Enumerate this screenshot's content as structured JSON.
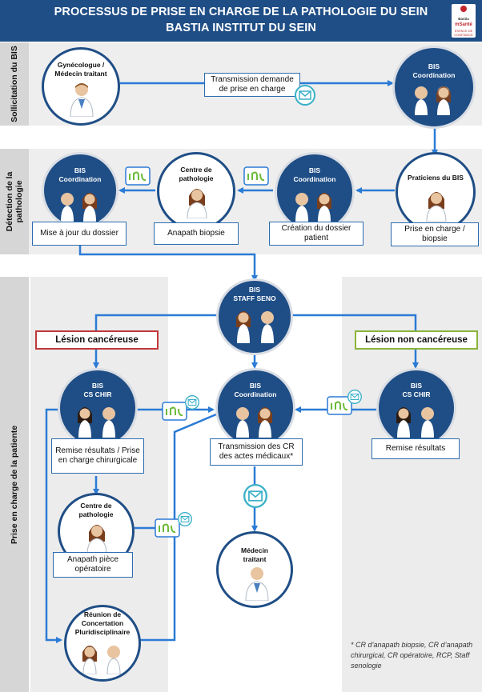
{
  "header": {
    "title_line1": "PROCESSUS DE PRISE EN CHARGE DE LA PATHOLOGIE DU SEIN",
    "title_line2": "BASTIA INSTITUT DU SEIN",
    "logo_line1": "Bastia",
    "logo_line2": "mSanté",
    "logo_line3": "ESPACE DE CONFIANCE"
  },
  "colors": {
    "navy": "#1f4e86",
    "arrow": "#2b7bd6",
    "red": "#c0393b",
    "green": "#8ab43c"
  },
  "sections": {
    "sollicitation": "Sollicitation du BIS",
    "detection_line1": "Détection de la",
    "detection_line2": "pathologie",
    "prise": "Prise en charge de la patiente"
  },
  "sollicitation": {
    "gyneco_line1": "Gynécologue /",
    "gyneco_line2": "Médecin traitant",
    "transmission_line1": "Transmission demande",
    "transmission_line2": "de prise en charge",
    "bis_line1": "BIS",
    "bis_line2": "Coordination"
  },
  "detection": {
    "maj_bis_line1": "BIS",
    "maj_bis_line2": "Coordination",
    "maj_box": "Mise à jour du dossier",
    "patho_line1": "Centre de",
    "patho_line2": "pathologie",
    "patho_box": "Anapath biopsie",
    "creation_bis_line1": "BIS",
    "creation_bis_line2": "Coordination",
    "creation_box": "Création du dossier patient",
    "praticiens": "Praticiens du BIS",
    "praticiens_box": "Prise en charge / biopsie"
  },
  "prise": {
    "staff_line1": "BIS",
    "staff_line2": "STAFF SENO",
    "lesion_cancer": "Lésion cancéreuse",
    "lesion_non_cancer": "Lésion non cancéreuse",
    "cschir_left_line1": "BIS",
    "cschir_left_line2": "CS CHIR",
    "remise_prise_box": "Remise résultats / Prise en charge chirurgicale",
    "coord_line1": "BIS",
    "coord_line2": "Coordination",
    "transmission_cr_box": "Transmission des CR des actes médicaux*",
    "cschir_right_line1": "BIS",
    "cschir_right_line2": "CS CHIR",
    "remise_box": "Remise résultats",
    "patho2_line1": "Centre de",
    "patho2_line2": "pathologie",
    "anapath_piece_box": "Anapath pièce opératoire",
    "medecin_line1": "Médecin",
    "medecin_line2": "traitant",
    "rcp_line1": "Réunion de",
    "rcp_line2": "Concertation",
    "rcp_line3": "Pluridisciplinaire"
  },
  "footnote": "* CR d’anapath biopsie, CR d’anapath chirurgical, CR opératoire, RCP, Staff senologie",
  "icons": [
    "female-doctor-icon",
    "male-doctor-icon",
    "secure-mail-icon",
    "ino-messaging-icon"
  ]
}
